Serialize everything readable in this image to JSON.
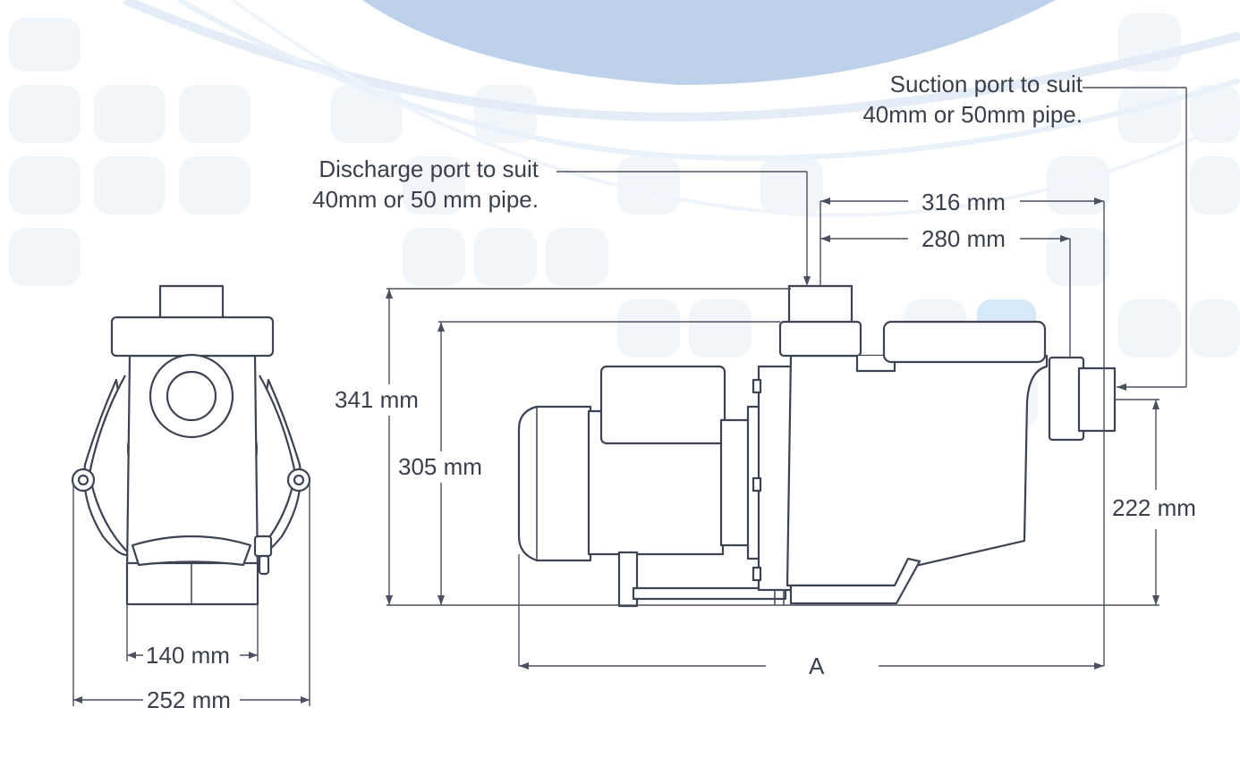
{
  "colors": {
    "background_wave": "#bdd2ea",
    "background_tiles": "#f1f6fb",
    "accent_tile": "#d5e9f8",
    "line": "#3d4352"
  },
  "annotations": {
    "suction": [
      "Suction port to suit",
      "40mm or 50mm pipe."
    ],
    "discharge": [
      "Discharge port to suit",
      "40mm or 50 mm pipe."
    ]
  },
  "dimensions": {
    "front_inner_width": "140 mm",
    "front_outer_width": "252 mm",
    "overall_height": "341 mm",
    "body_height": "305 mm",
    "port_spacing_outer": "316 mm",
    "port_spacing_inner": "280 mm",
    "suction_height": "222 mm",
    "overall_length": "A"
  }
}
